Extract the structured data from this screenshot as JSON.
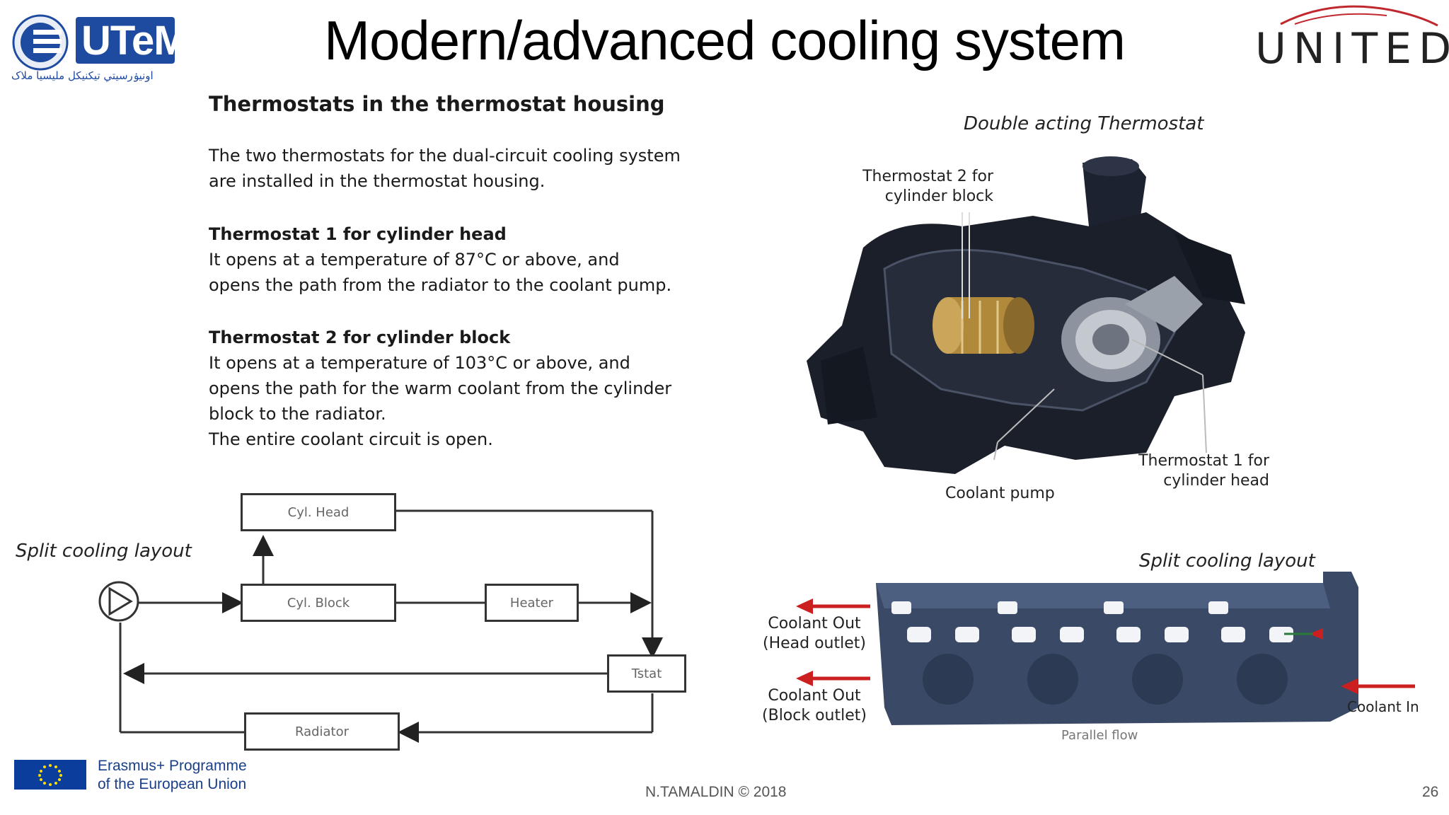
{
  "header": {
    "title": "Modern/advanced cooling system",
    "left_logo_text": "UTeM",
    "left_logo_subtext": "اونيۏرسيتي تيكنيكل مليسيا ملاک",
    "right_logo_text": "UNITED"
  },
  "text_panel": {
    "heading": "Thermostats in the thermostat housing",
    "intro_line1": "The two thermostats for the dual-circuit cooling system",
    "intro_line2": "are installed in the thermostat housing.",
    "t1_title": "Thermostat 1 for cylinder head",
    "t1_line1": "It opens at a temperature of 87°C or above, and",
    "t1_line2": "opens the path from the radiator to the coolant pump.",
    "t2_title": "Thermostat 2 for cylinder block",
    "t2_line1": "It opens at a temperature of 103°C or above, and",
    "t2_line2": "opens the path for the warm coolant from the cylinder",
    "t2_line3": "block to the radiator.",
    "t2_line4": "The entire coolant circuit is open."
  },
  "thermostat_figure": {
    "caption": "Double acting Thermostat",
    "label_t2_line1": "Thermostat 2 for",
    "label_t2_line2": "cylinder block",
    "label_pump": "Coolant pump",
    "label_t1_line1": "Thermostat 1 for",
    "label_t1_line2": "cylinder head"
  },
  "flow_diagram": {
    "caption": "Split cooling layout",
    "box_head": "Cyl. Head",
    "box_block": "Cyl. Block",
    "box_heater": "Heater",
    "box_tstat": "Tstat",
    "box_radiator": "Radiator"
  },
  "block_figure": {
    "caption": "Split cooling layout",
    "out_head_line1": "Coolant Out",
    "out_head_line2": "(Head outlet)",
    "out_block_line1": "Coolant Out",
    "out_block_line2": "(Block outlet)",
    "coolant_in": "Coolant In",
    "parallel_flow": "Parallel flow"
  },
  "footer": {
    "erasmus_line1": "Erasmus+ Programme",
    "erasmus_line2": "of the European Union",
    "author": "N.TAMALDIN  © 2018",
    "page_number": "26"
  },
  "colors": {
    "utem_blue": "#1e4aa0",
    "united_red": "#c0282d",
    "eu_blue": "#0a3d9c",
    "eu_star": "#ffdd00",
    "arrow_red": "#cc1f1f",
    "engine_block": "#3a4a66"
  }
}
